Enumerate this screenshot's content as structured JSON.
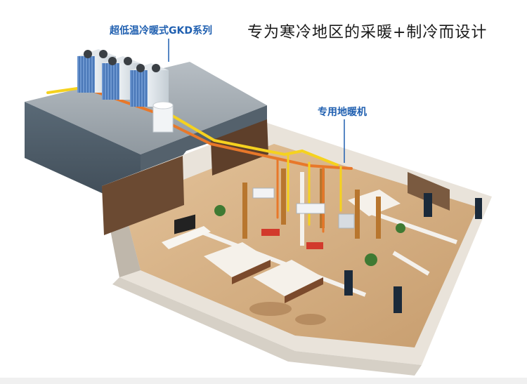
{
  "headline": "专为寒冷地区的采暖+制冷而设计",
  "callouts": {
    "outdoor_units": "超低温冷暖式GKD系列",
    "indoor_unit": "专用地暖机"
  },
  "colors": {
    "callout_text": "#1f5fb0",
    "callout_line": "#1f5fb0",
    "pipe_orange": "#e8782a",
    "pipe_yellow": "#f5d21f",
    "roof": "#9aa3ab",
    "wall_dark": "#6b4a32",
    "floor": "#d7b48a"
  },
  "icons": {
    "outdoor_unit": "heat-pump-outdoor-unit-icon",
    "water_tank": "water-tank-icon",
    "indoor_unit": "floor-heating-unit-icon"
  }
}
